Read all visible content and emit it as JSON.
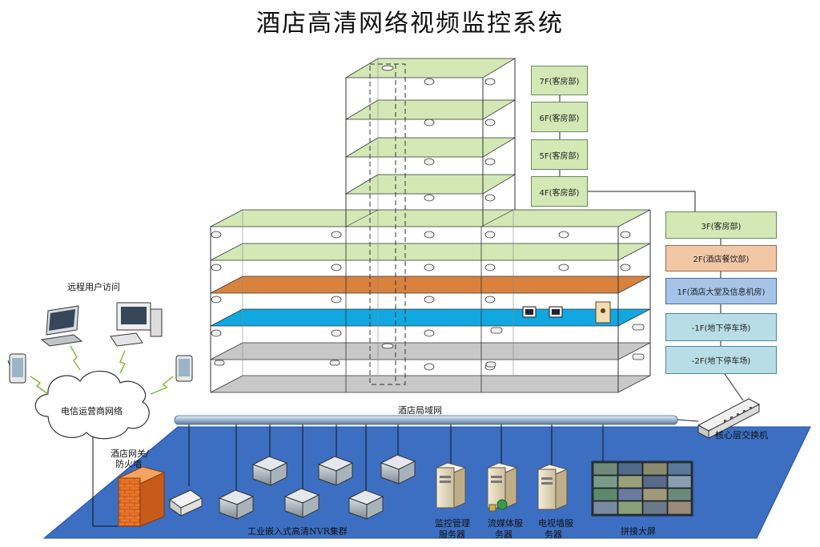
{
  "title": "酒店高清网络视频监控系统",
  "floors": [
    {
      "label": "7F(客房部)",
      "color": "#d3e8b5"
    },
    {
      "label": "6F(客房部)",
      "color": "#d3e8b5"
    },
    {
      "label": "5F(客房部)",
      "color": "#d3e8b5"
    },
    {
      "label": "4F(客房部)",
      "color": "#d3e8b5"
    },
    {
      "label": "3F(客房部)",
      "color": "#d3e8b5"
    },
    {
      "label": "2F(酒店餐饮部)",
      "color": "#f2c7a6"
    },
    {
      "label": "1F(酒店大堂及信息机房)",
      "color": "#a6c4e8"
    },
    {
      "label": "-1F(地下停车场)",
      "color": "#b8dde6"
    },
    {
      "label": "-2F(地下停车场)",
      "color": "#b8dde6"
    }
  ],
  "labels": {
    "remote_access": "远程用户访问",
    "carrier_network": "电信运营商网络",
    "hotel_lan": "酒店局域网",
    "core_switch": "核心层交换机",
    "gateway_line1": "酒店网关/",
    "gateway_line2": "防火墙",
    "nvr_cluster": "工业嵌入式高清NVR集群",
    "mgmt_server_line1": "监控管理",
    "mgmt_server_line2": "服务器",
    "media_server_line1": "流媒体服",
    "media_server_line2": "务器",
    "tvwall_server_line1": "电视墙服",
    "tvwall_server_line2": "务器",
    "video_wall": "拼接大屏"
  }
}
